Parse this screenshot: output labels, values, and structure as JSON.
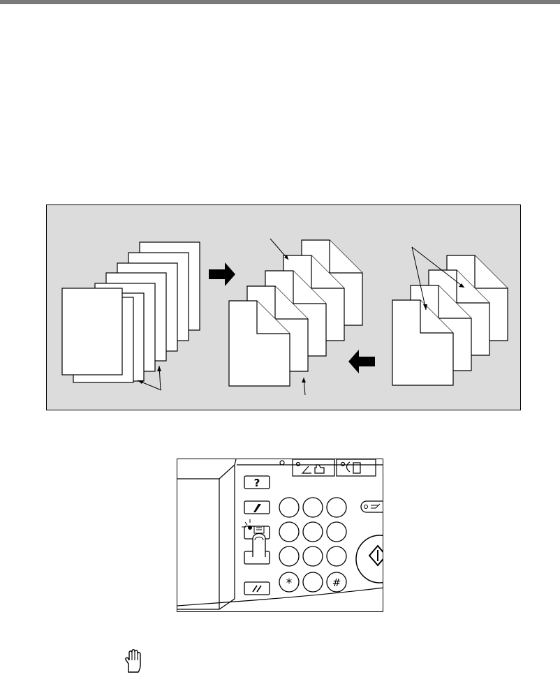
{
  "header": {
    "rule_color": "#7a7a7a"
  },
  "collate_figure": {
    "background": "#dcdcdc",
    "stages": [
      "original-stack",
      "scanned-separated-sets",
      "sorted-output-sets"
    ],
    "icons": [
      "arrow-right-icon",
      "arrow-left-icon"
    ]
  },
  "control_panel": {
    "status_icons": [
      "scan-icon",
      "print-icon",
      "phone-book-icon"
    ],
    "keys_left": [
      {
        "name": "help-key",
        "symbol": "?"
      },
      {
        "name": "pen-key",
        "symbol": "/"
      },
      {
        "name": "sort-key",
        "symbol": ""
      },
      {
        "name": "interrupt-key",
        "symbol": ""
      },
      {
        "name": "clear-key",
        "symbol": "//"
      }
    ],
    "keypad": [
      "",
      "",
      "",
      "",
      "",
      "",
      "",
      "",
      "",
      "*",
      "",
      "#"
    ],
    "icons": [
      "finger-icon",
      "start-icon",
      "sort-indicator-icon"
    ]
  },
  "footer": {
    "icon": "caution-hand-icon"
  }
}
